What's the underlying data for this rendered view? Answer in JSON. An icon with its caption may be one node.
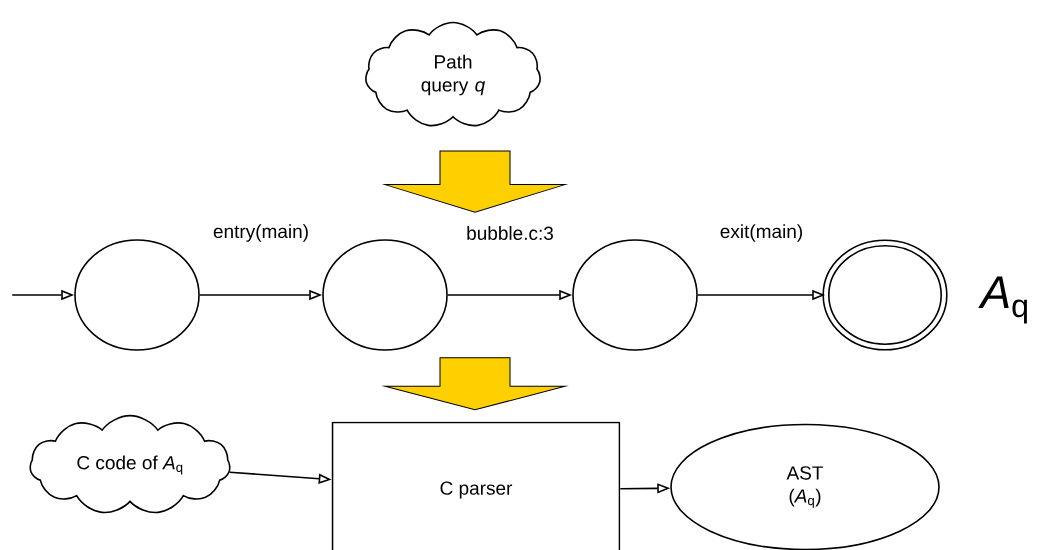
{
  "diagram": {
    "nodes": [
      {
        "text": [
          "Path query *q*"
        ]
      },
      {
        "text": [],
        "shape": "circle"
      },
      {
        "text": [],
        "shape": "circle"
      },
      {
        "text": [],
        "shape": "circle"
      },
      {
        "text": [],
        "shape": "double-circle"
      },
      {
        "text": [
          "C code of *A*$_{q}$"
        ]
      },
      {
        "text": [
          "C parser"
        ]
      },
      {
        "text": [
          "AST (*A*$_{q}$)"
        ]
      }
    ],
    "edges": [
      {
        "from": null,
        "to": 1,
        "arrow": "to"
      },
      {
        "from": 1,
        "to": 2,
        "arrow": "to",
        "label": "entry(main)"
      },
      {
        "from": 2,
        "to": 3,
        "arrow": "to",
        "label": "bubble.c:3"
      },
      {
        "from": 3,
        "to": 4,
        "arrow": "to",
        "label": "exit(main)"
      },
      {
        "from": 5,
        "to": 6,
        "arrow": "to"
      },
      {
        "from": 6,
        "to": 7,
        "arrow": "to"
      },
      {
        "from": 0,
        "to": 2,
        "arrow": "to",
        "style": "thick",
        "color": "#ffd000"
      },
      {
        "from": 2,
        "to": 6,
        "arrow": "to",
        "style": "thick",
        "color": "#ffd000"
      }
    ],
    "labels": [
      "*A*$_{q}$"
    ]
  }
}
